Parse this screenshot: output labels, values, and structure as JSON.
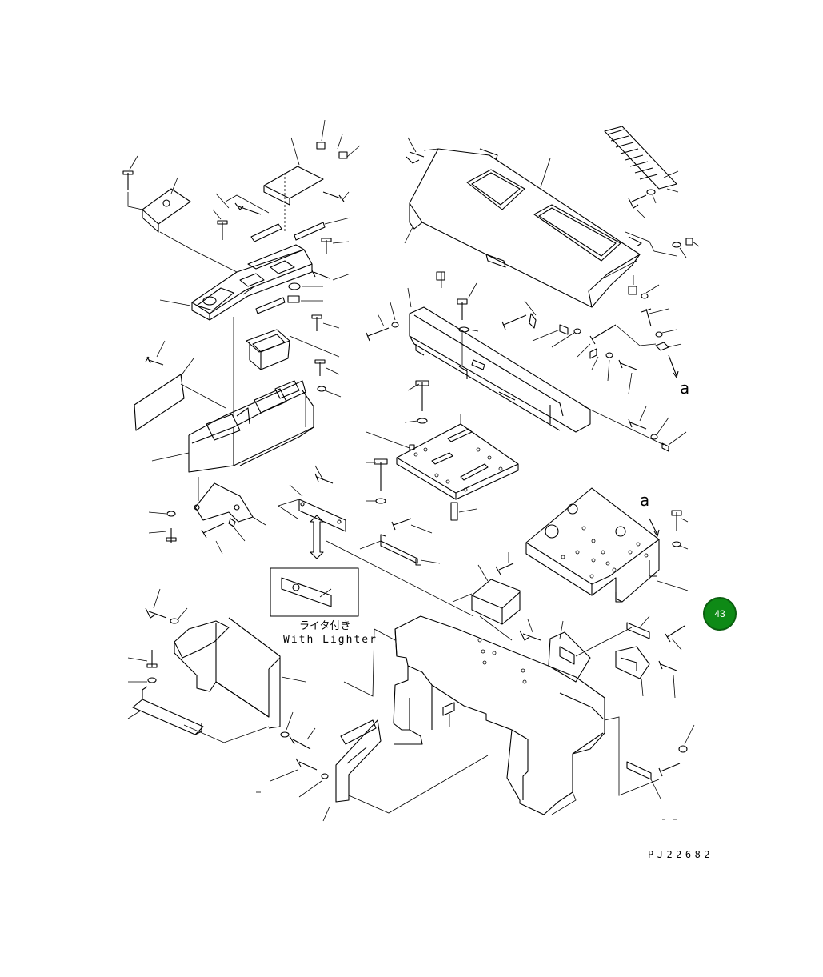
{
  "diagram": {
    "callout_a_top": "a",
    "callout_a_plate": "a",
    "lighter_note_jp": "ライタ付き",
    "lighter_note_en": "With Lighter",
    "drawing_number": "PJ22682"
  },
  "page_badge": {
    "label": "43",
    "color": "#0e8a16"
  }
}
